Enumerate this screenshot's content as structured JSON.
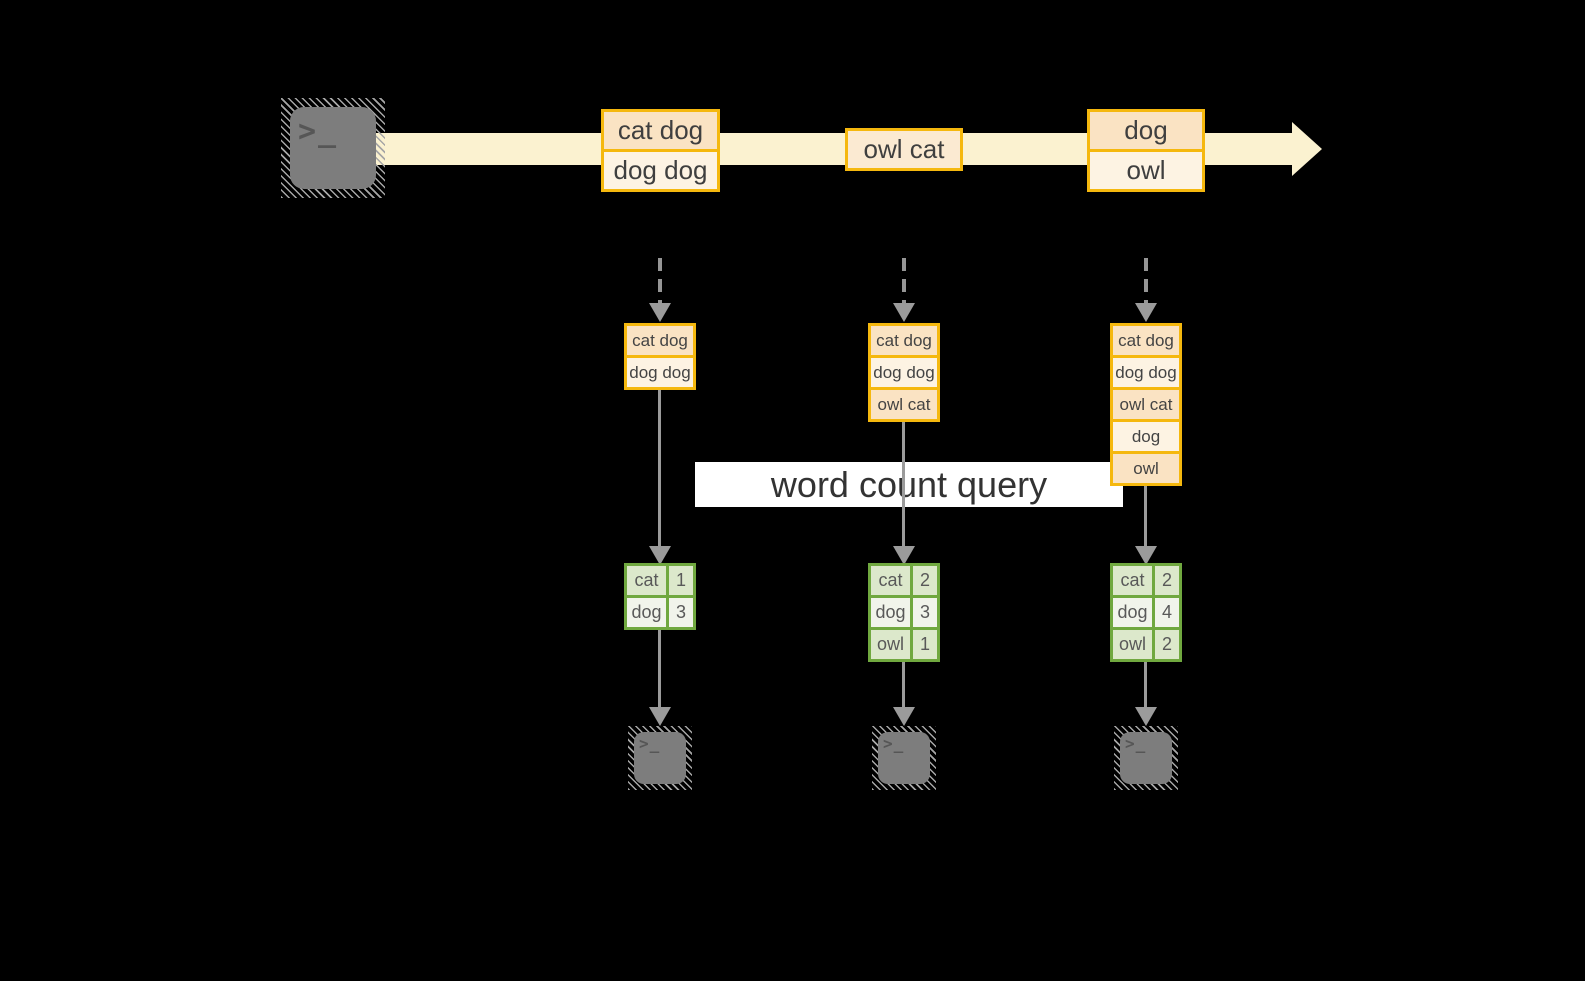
{
  "title": "streaming word count query diagram",
  "colors": {
    "background": "#000000",
    "stream_band": "#FBF2D0",
    "record_border": "#F5B80E",
    "record_fill_peach": "#FAE3C3",
    "record_fill_cream": "#FDF3E3",
    "table_border_green": "#70A83F",
    "table_fill_sage": "#DCE8CB",
    "table_fill_light": "#F1F4EB",
    "arrow_gray": "#9B9B9B",
    "terminal_gray": "#7D7D7D",
    "banner_bg": "#FFFFFF"
  },
  "icons": {
    "terminal_prompt": ">_"
  },
  "stream": {
    "boxes": [
      {
        "cells": [
          "cat dog",
          "dog dog"
        ]
      },
      {
        "cells": [
          "owl cat"
        ]
      },
      {
        "cells": [
          "dog",
          "owl"
        ]
      }
    ]
  },
  "query_banner": {
    "label": "word count query"
  },
  "columns": [
    {
      "stack": [
        "cat dog",
        "dog dog"
      ],
      "counts": [
        {
          "word": "cat",
          "count": "1"
        },
        {
          "word": "dog",
          "count": "3"
        }
      ]
    },
    {
      "stack": [
        "cat dog",
        "dog dog",
        "owl cat"
      ],
      "counts": [
        {
          "word": "cat",
          "count": "2"
        },
        {
          "word": "dog",
          "count": "3"
        },
        {
          "word": "owl",
          "count": "1"
        }
      ]
    },
    {
      "stack": [
        "cat dog",
        "dog dog",
        "owl cat",
        "dog",
        "owl"
      ],
      "counts": [
        {
          "word": "cat",
          "count": "2"
        },
        {
          "word": "dog",
          "count": "4"
        },
        {
          "word": "owl",
          "count": "2"
        }
      ]
    }
  ]
}
